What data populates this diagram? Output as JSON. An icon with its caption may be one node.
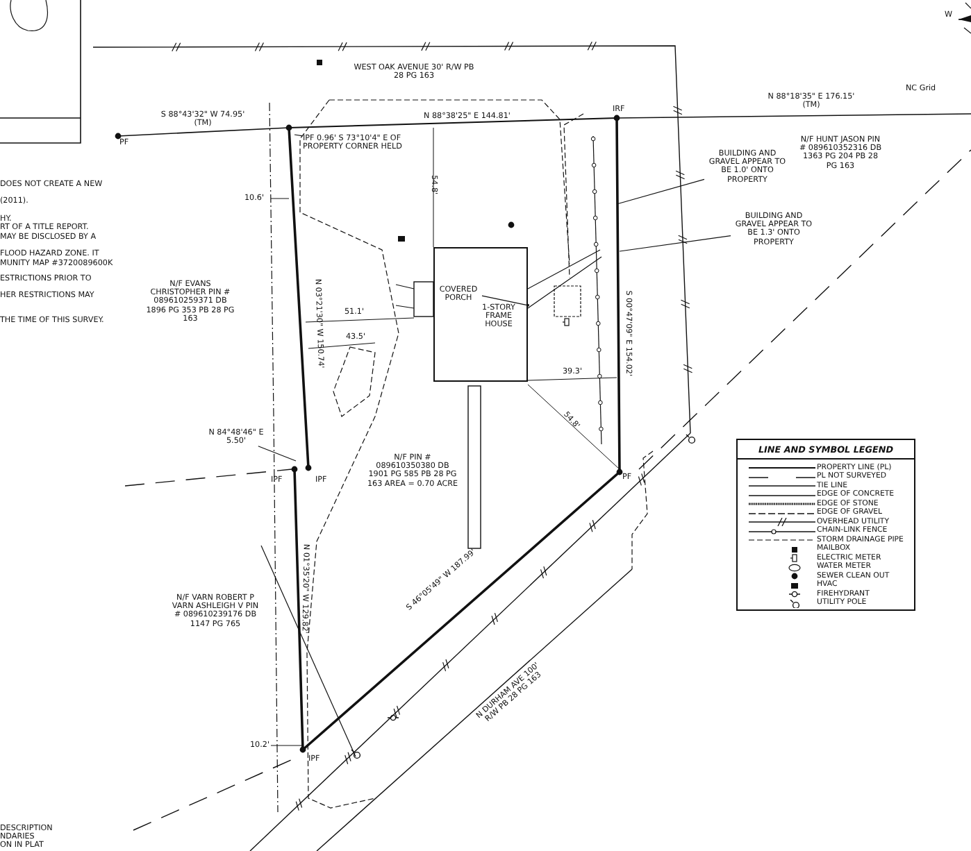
{
  "diagram": {
    "nodes": [
      {
        "text": [
          "1-STORY FRAME HOUSE"
        ]
      },
      {
        "text": [
          "COVERED PORCH"
        ],
        "in": 0
      },
      {
        "text": [
          "BUILDING AND GRAVEL APPEAR TO BE 1.0' ONTO PROPERTY"
        ]
      },
      {
        "text": [
          "BUILDING AND GRAVEL APPEAR TO BE 1.3' ONTO PROPERTY"
        ]
      },
      {
        "text": [
          "IPF 0.96' S 73°10'4\" E OF PROPERTY CORNER HELD"
        ]
      },
      {
        "text": [
          "N 84°48'46\" E 5.50'"
        ]
      },
      {
        "text": [
          "LINE AND SYMBOL LEGEND"
        ]
      }
    ],
    "edges": [
      {
        "from": 1,
        "to": 0,
        "arrow": "other"
      },
      {
        "from": 2,
        "to": null,
        "arrow": "none"
      },
      {
        "from": 3,
        "to": null,
        "arrow": "none"
      },
      {
        "from": 4,
        "to": null,
        "arrow": "none"
      },
      {
        "from": 5,
        "to": null,
        "arrow": "none"
      }
    ],
    "labels": [
      "W",
      "NC Grid",
      "WEST OAK AVENUE 30' R/W PB 28 PG 163",
      "S 88°43'32\" W 74.95' (TM)",
      "N 88°38'25\" E 144.81'",
      "PF",
      "IRF",
      "N 88°18'35\" E 176.15' (TM)",
      "DOES NOT CREATE A NEW",
      "(2011).",
      "HY.",
      "RT OF A TITLE REPORT.",
      "MAY BE DISCLOSED BY A",
      "FLOOD HAZARD ZONE. IT",
      "MUNITY MAP #3720089600K",
      "ESTRICTIONS PRIOR TO",
      "HER RESTRICTIONS MAY",
      "THE TIME OF THIS SURVEY.",
      "54.8'",
      "10.6'",
      "N/F HUNT JASON PIN # 089610352316 DB 1363 PG 204 PB 28 PG 163",
      "N/F EVANS CHRISTOPHER PIN # 089610259371 DB 1896 PG 353 PB 28 PG 163",
      "N 03°21'30\" W 150.74'",
      "51.1'",
      "43.5'",
      "S 00°47'09\" E 154.02'",
      "39.3'",
      "IPF",
      "IPF",
      "N/F PIN # 089610350380 DB 1901 PG 585 PB 28 PG 163 AREA = 0.70 ACRE",
      "54.8'",
      "PF",
      "N 01°35'20\" W 129.82'",
      "N/F VARN ROBERT P VARN ASHLEIGH V PIN # 089610239176 DB 1147 PG 765",
      "S 46°05'49\" W 187.99'",
      "10.2'",
      "IPF",
      "N DURHAM AVE 100' R/W PB 28 PG 163",
      "DESCRIPTION",
      "NDARIES",
      "ON IN PLAT"
    ],
    "legend": [
      {
        "text": "PROPERTY LINE (PL)"
      },
      {
        "text": "PL NOT SURVEYED"
      },
      {
        "text": "TIE LINE"
      },
      {
        "text": "EDGE OF CONCRETE"
      },
      {
        "text": "EDGE OF STONE"
      },
      {
        "text": "EDGE OF GRAVEL"
      },
      {
        "text": "OVERHEAD UTILITY"
      },
      {
        "text": "CHAIN-LINK FENCE"
      },
      {
        "text": "STORM DRAINAGE PIPE"
      },
      {
        "text": "MAILBOX"
      },
      {
        "text": "ELECTRIC METER"
      },
      {
        "text": "WATER METER"
      },
      {
        "text": "SEWER CLEAN OUT"
      },
      {
        "text": "HVAC"
      },
      {
        "text": "FIREHYDRANT"
      },
      {
        "text": "UTILITY POLE"
      }
    ]
  }
}
